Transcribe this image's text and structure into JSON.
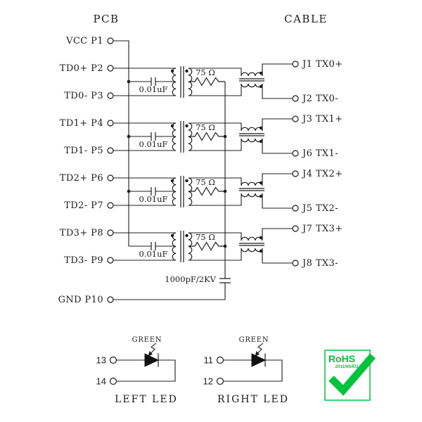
{
  "header": {
    "left": "PCB",
    "right": "CABLE"
  },
  "left_pins": [
    "VCC P1",
    "TD0+ P2",
    "TD0- P3",
    "TD1+ P4",
    "TD1- P5",
    "TD2+ P6",
    "TD2- P7",
    "TD3+ P8",
    "TD3- P9",
    "GND P10"
  ],
  "right_pins": [
    "J1 TX0+",
    "J2 TX0-",
    "J3 TX1+",
    "J6 TX1-",
    "J4 TX2+",
    "J5 TX2-",
    "J7 TX3+",
    "J8 TX3-"
  ],
  "stages": [
    {
      "capacitor": "0.01uF",
      "resistor": "75 Ω"
    },
    {
      "capacitor": "0.01uF",
      "resistor": "75 Ω"
    },
    {
      "capacitor": "0.01uF",
      "resistor": "75 Ω"
    },
    {
      "capacitor": "0.01uF",
      "resistor": "75 Ω"
    }
  ],
  "hv_capacitor_label": "1000pF/2KV",
  "leds": {
    "left": {
      "top_pin": "13",
      "bottom_pin": "14",
      "color": "GREEN",
      "caption": "LEFT LED"
    },
    "right": {
      "top_pin": "11",
      "bottom_pin": "12",
      "color": "GREEN",
      "caption": "RIGHT LED"
    }
  },
  "rohs": {
    "title": "RoHS",
    "directive": "2011/65/EU",
    "accent_color": "#00c23c"
  },
  "colors": {
    "line": "#1c1c1c",
    "background": "#ffffff"
  }
}
